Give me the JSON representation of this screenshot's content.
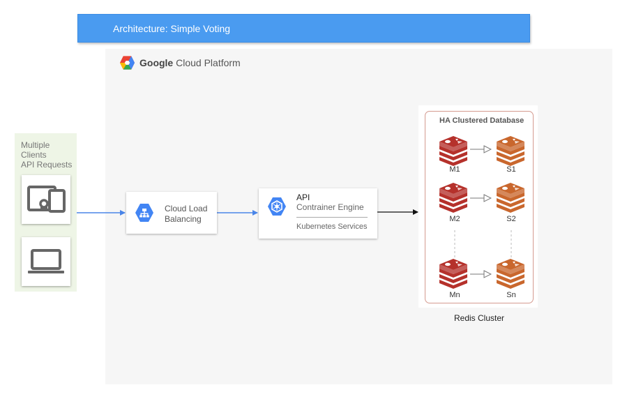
{
  "title": "Architecture: Simple Voting",
  "platform": {
    "brand": "Google",
    "product": "Cloud Platform"
  },
  "clients": {
    "label": "Multiple\nClients\nAPI Requests",
    "icons": [
      "devices-icon",
      "laptop-icon"
    ]
  },
  "load_balancer": {
    "label": "Cloud Load\nBalancing",
    "icon": "network-icon"
  },
  "api": {
    "title": "API",
    "subtitle": "Contrainer Engine",
    "services": "Kubernetes Services",
    "icon": "kubernetes-icon"
  },
  "database": {
    "title": "HA Clustered Database",
    "masters": [
      "M1",
      "M2",
      "Mn"
    ],
    "slaves": [
      "S1",
      "S2",
      "Sn"
    ],
    "node_icon": "redis-icon"
  },
  "cluster_caption": "Redis Cluster",
  "colors": {
    "banner": "#4a9bf0",
    "connector": "#4a85e8",
    "master": "#b5312b",
    "slave": "#c9672d",
    "gcp_panel": "#f6f6f6",
    "clients_panel": "#eef5e6"
  }
}
